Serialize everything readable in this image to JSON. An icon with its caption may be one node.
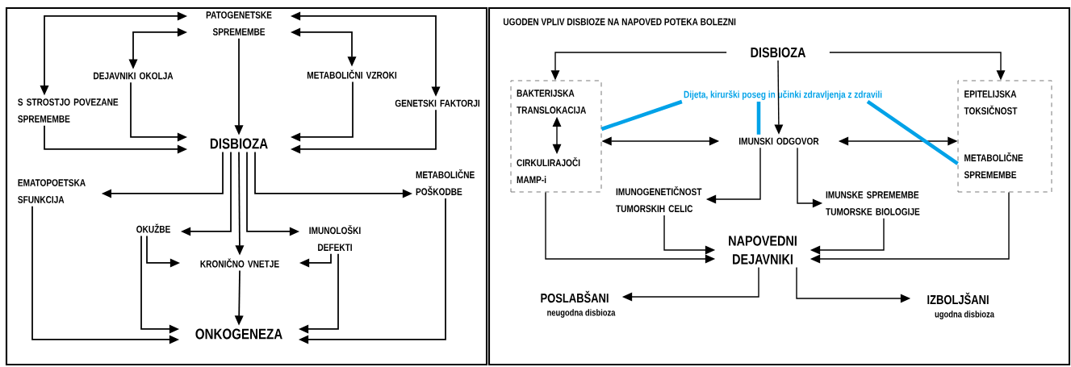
{
  "diagram": {
    "nodes": [
      {
        "text": [
          "PATOGENETSKE SPREMEMBE"
        ]
      },
      {
        "text": [
          "DEJAVNIKI OKOLJA"
        ]
      },
      {
        "text": [
          "METABOLIČNI VZROKI"
        ]
      },
      {
        "text": [
          "S STROSTJO POVEZANE SPREMEMBE"
        ]
      },
      {
        "text": [
          "GENETSKI FAKTORJI"
        ]
      },
      {
        "text": [
          "DISBIOZA"
        ]
      },
      {
        "text": [
          "EMATOPOETSKA SFUNKCIJA"
        ]
      },
      {
        "text": [
          "METABOLIČNE POŠKODBE"
        ]
      },
      {
        "text": [
          "OKUŽBE"
        ]
      },
      {
        "text": [
          "IMUNOLOŠKI DEFEKTI"
        ]
      },
      {
        "text": [
          "KRONIČNO VNETJE"
        ]
      },
      {
        "text": [
          "ONKOGENEZA"
        ]
      },
      {
        "text": [
          "DISBIOZA"
        ]
      },
      {
        "text": [],
        "shape": "box"
      },
      {
        "text": [
          "BAKTERIJSKA TRANSLOKACIJA"
        ],
        "in": 13
      },
      {
        "text": [
          "CIRKULIRAJOČI MAMP-i"
        ],
        "in": 13
      },
      {
        "text": [
          "Dijeta, kirurški poseg in učinki zdravljenja z zdravili"
        ]
      },
      {
        "text": [
          "IMUNSKI ODGOVOR"
        ]
      },
      {
        "text": [],
        "shape": "box"
      },
      {
        "text": [
          "EPITELIJSKA TOKSIČNOST"
        ],
        "in": 18
      },
      {
        "text": [
          "METABOLIČNE SPREMEMBE"
        ],
        "in": 18
      },
      {
        "text": [
          "IMUNOGENETIČNOST TUMORSKIH CELIC"
        ]
      },
      {
        "text": [
          "IMUNSKE SPREMEMBE TUMORSKE BIOLOGIJE"
        ]
      },
      {
        "text": [
          "NAPOVEDNI DEJAVNIKI"
        ]
      },
      {
        "text": [
          "POSLABŠANI"
        ],
        "beside": [
          "neugodna disbioza"
        ]
      },
      {
        "text": [
          "IZBOLJŠANI"
        ],
        "beside": [
          "ugodna disbioza"
        ]
      }
    ],
    "edges": [
      {
        "from": 0,
        "to": 1,
        "arrow": "both"
      },
      {
        "from": 0,
        "to": 3,
        "arrow": "both"
      },
      {
        "from": 0,
        "to": 2,
        "arrow": "both"
      },
      {
        "from": 0,
        "to": 4,
        "arrow": "both"
      },
      {
        "from": 0,
        "to": 5,
        "arrow": "to"
      },
      {
        "from": 1,
        "to": 5,
        "arrow": "to"
      },
      {
        "from": 3,
        "to": 5,
        "arrow": "to"
      },
      {
        "from": 2,
        "to": 5,
        "arrow": "to"
      },
      {
        "from": 4,
        "to": 5,
        "arrow": "to"
      },
      {
        "from": 5,
        "to": 6,
        "arrow": "to"
      },
      {
        "from": 5,
        "to": 8,
        "arrow": "to"
      },
      {
        "from": 5,
        "to": 10,
        "arrow": "to"
      },
      {
        "from": 5,
        "to": 9,
        "arrow": "to"
      },
      {
        "from": 5,
        "to": 7,
        "arrow": "to"
      },
      {
        "from": 8,
        "to": 10,
        "arrow": "to"
      },
      {
        "from": 9,
        "to": 10,
        "arrow": "to"
      },
      {
        "from": 10,
        "to": 11,
        "arrow": "to"
      },
      {
        "from": 8,
        "to": 11,
        "arrow": "to"
      },
      {
        "from": 9,
        "to": 11,
        "arrow": "to"
      },
      {
        "from": 6,
        "to": 11,
        "arrow": "to"
      },
      {
        "from": 7,
        "to": 11,
        "arrow": "to"
      },
      {
        "from": 12,
        "to": 13,
        "arrow": "to"
      },
      {
        "from": 12,
        "to": 18,
        "arrow": "to"
      },
      {
        "from": 12,
        "to": 17,
        "arrow": "to"
      },
      {
        "from": 14,
        "to": 15,
        "arrow": "both"
      },
      {
        "from": 13,
        "to": 17,
        "arrow": "both"
      },
      {
        "from": 17,
        "to": 18,
        "arrow": "both"
      },
      {
        "from": 17,
        "to": 21,
        "arrow": "to"
      },
      {
        "from": 17,
        "to": 22,
        "arrow": "to"
      },
      {
        "from": 21,
        "to": 23,
        "arrow": "to"
      },
      {
        "from": 22,
        "to": 23,
        "arrow": "to"
      },
      {
        "from": 13,
        "to": 23,
        "arrow": "to"
      },
      {
        "from": 18,
        "to": 23,
        "arrow": "to"
      },
      {
        "from": 23,
        "to": 24,
        "arrow": "to"
      },
      {
        "from": 23,
        "to": 25,
        "arrow": "to"
      },
      {
        "from": 16,
        "to": 13,
        "arrow": "none",
        "style": "thick",
        "color": "#00a2e8"
      },
      {
        "from": 16,
        "to": 17,
        "arrow": "none",
        "style": "thick",
        "color": "#00a2e8"
      },
      {
        "from": 16,
        "to": 18,
        "arrow": "none",
        "style": "thick",
        "color": "#00a2e8"
      }
    ],
    "labels": [
      "UGODEN VPLIV DISBIOZE NA NAPOVED POTEKA BOLEZNI"
    ]
  }
}
